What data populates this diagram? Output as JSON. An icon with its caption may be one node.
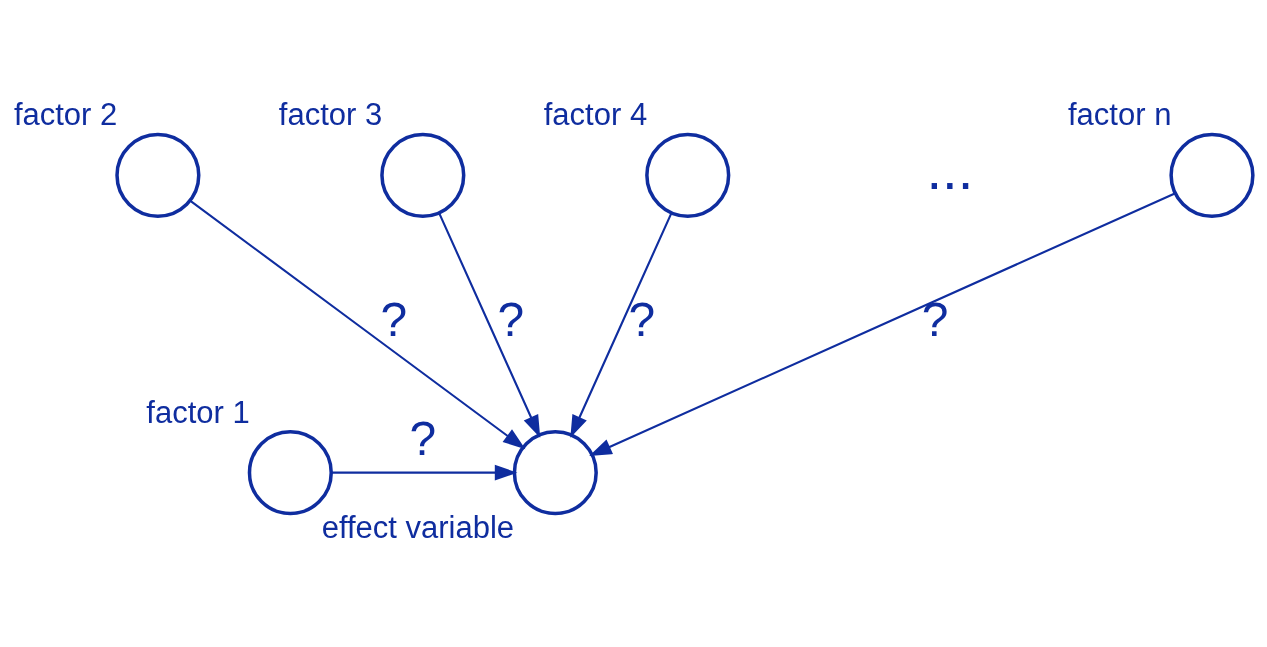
{
  "diagram": {
    "nodes": [
      {
        "text": [
          "factor 1"
        ]
      },
      {
        "text": [
          "factor 2"
        ]
      },
      {
        "text": [
          "factor 3"
        ]
      },
      {
        "text": [
          "factor 4"
        ]
      },
      {
        "text": [
          "factor n"
        ]
      },
      {
        "text": [
          "effect variable"
        ]
      }
    ],
    "edges": [
      {
        "from": 0,
        "to": 5,
        "arrow": "to",
        "label": "?"
      },
      {
        "from": 1,
        "to": 5,
        "arrow": "to",
        "label": "?"
      },
      {
        "from": 2,
        "to": 5,
        "arrow": "to",
        "label": "?"
      },
      {
        "from": 3,
        "to": 5,
        "arrow": "to",
        "label": "?"
      },
      {
        "from": 4,
        "to": 5,
        "arrow": "to",
        "label": "?"
      }
    ],
    "labels": [
      "..."
    ]
  }
}
